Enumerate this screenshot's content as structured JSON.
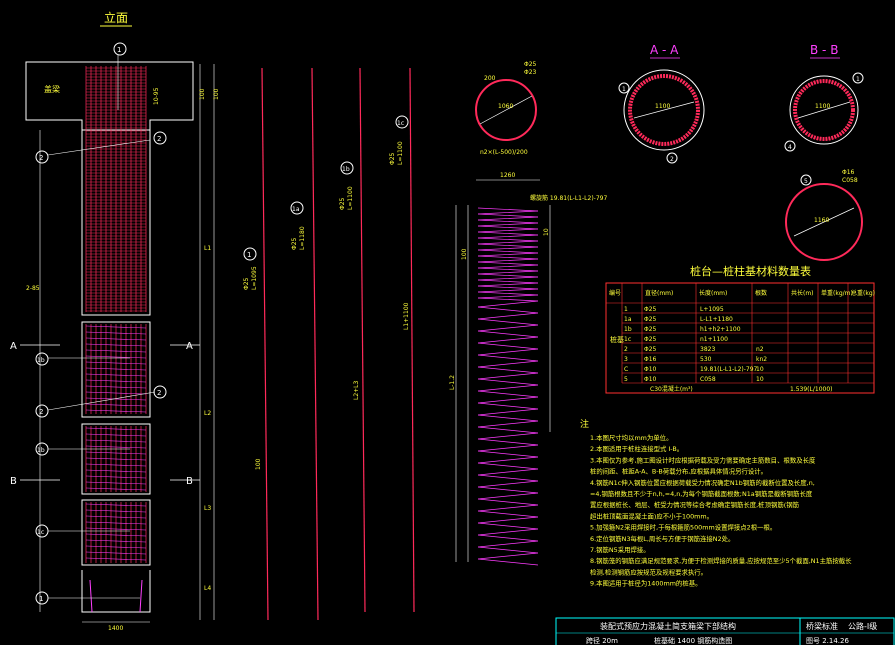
{
  "colors": {
    "background": "#000000",
    "outline": "#ffffff",
    "rebar_main": "#ff2a5a",
    "rebar_spiral": "#ff3cff",
    "text_yellow": "#ffff3c",
    "table_red": "#ff3030",
    "section_title": "#ff40ff",
    "title_frame": "#00ffff"
  },
  "elevation": {
    "title": "立面",
    "cap_label": "盖梁",
    "dims": {
      "top_a": "100",
      "top_b": "100",
      "top_c": "10-95",
      "l1": "L1",
      "l2": "L2",
      "l3": "L3",
      "l4": "L4",
      "bottom": "1400",
      "side": "2-85"
    },
    "callouts": [
      "1",
      "2",
      "1b",
      "2",
      "1b",
      "1c",
      "1"
    ],
    "section_marks": {
      "a_left": "A",
      "a_right": "A",
      "b_left": "B",
      "b_right": "B"
    }
  },
  "bars": {
    "bar1": {
      "mark": "1",
      "spec": "Φ25",
      "length": "L=1095"
    },
    "bar1a": {
      "mark": "1a",
      "spec": "Φ25",
      "length": "L=1180"
    },
    "bar1b": {
      "mark": "1b",
      "spec": "Φ25",
      "length": "L=1100"
    },
    "bar1c": {
      "mark": "1c",
      "spec": "Φ25",
      "length": "L=1100"
    },
    "dims": [
      "L1+1100",
      "L2+L3",
      "100"
    ]
  },
  "ring_detail": {
    "spec": "Φ25",
    "pitch": "Φ23",
    "dia": "1060",
    "note": "n2×(L-500)/200",
    "side": "200"
  },
  "spiral": {
    "top_dim": "1260",
    "label": "螺旋筋 19.81(L-L1-L2)-797",
    "dims": [
      "10",
      "100",
      "L-1.2"
    ]
  },
  "sections": {
    "a": {
      "title": "A - A",
      "dia": "1100",
      "marks": [
        "1",
        "2"
      ]
    },
    "b": {
      "title": "B - B",
      "dia": "1100",
      "marks": [
        "1",
        "4"
      ]
    },
    "c": {
      "dia": "1160",
      "spec": "Φ16",
      "label": "C058",
      "mark": "5"
    }
  },
  "table": {
    "title": "桩台—桩柱基材料数量表",
    "headers": [
      "编号",
      "直径(mm)",
      "长度(mm)",
      "根数",
      "共长(m)",
      "单重(kg/m)",
      "总重(kg)"
    ],
    "side_label": "桩基",
    "rows": [
      [
        "1",
        "Φ25",
        "L+1095",
        "",
        "",
        "",
        ""
      ],
      [
        "1a",
        "Φ25",
        "L-L1+1180",
        "",
        "",
        "",
        ""
      ],
      [
        "1b",
        "Φ25",
        "h1+h2+1100",
        "",
        "",
        "",
        ""
      ],
      [
        "1c",
        "Φ25",
        "n1+1100",
        "",
        "",
        "",
        ""
      ],
      [
        "2",
        "Φ25",
        "3823",
        "n2",
        "",
        "",
        ""
      ],
      [
        "3",
        "Φ16",
        "530",
        "kn2",
        "",
        "",
        ""
      ],
      [
        "C",
        "Φ10",
        "19.81(L-L1-L2)-797",
        "10",
        "",
        "",
        ""
      ],
      [
        "5",
        "Φ10",
        "C058",
        "10",
        "",
        "",
        ""
      ]
    ],
    "footer_left": "C30混凝土(m³)",
    "footer_right": "1.539(L/1000)"
  },
  "notes": {
    "heading": "注",
    "lines": [
      "1.本图尺寸均以mm为单位。",
      "2.本图适用于桩柱连接型式 I-B。",
      "3.本图仅为参考,施工图设计时应根据荷载及受力需要确定主筋数目、根数及长度",
      "  桩的间距、桩距A-A、B-B荷载分布,应根据具体情况另行设计。",
      "4.钢筋N1c伸入钢筋位置应根据荷载受力情况确定N1b钢筋的截断位置及长度,n,",
      "  =4,钢筋根数且不少于n,h,=4,n,为每个钢筋截面根数;N1a钢筋是截断钢筋长度",
      "  置应根据桩长、地层、桩受力情况等综合考虑确定钢筋长度,桩顶钢筋(钢筋",
      "  超出桩顶截面混凝土面)应不小于100mm。",
      "5.加强箍N2采用焊接时,于每根箍筋500mm设置焊接点2根一根。",
      "6.定位钢筋N3每根L,周长与方便于钢筋连接N2处。",
      "7.钢筋N5采用焊接。",
      "8.钢筋笼的钢筋应满足规范要求,为便于检测焊接的质量,应按规范至少5个截面,N1主筋按截长",
      "  检测,检测钢筋应按规范及规程要求执行。",
      "9.本图适用于桩径为1400mm的桩基。"
    ]
  },
  "title_block": {
    "main": "装配式预应力混凝土简支箱梁下部结构",
    "sub": "跨径 20m",
    "sub2": "桩基础 1400 钢筋构造图",
    "right_top": "桥梁标准",
    "right_bottom": "公路-I级",
    "right_extra": "图号 2.14.26"
  }
}
